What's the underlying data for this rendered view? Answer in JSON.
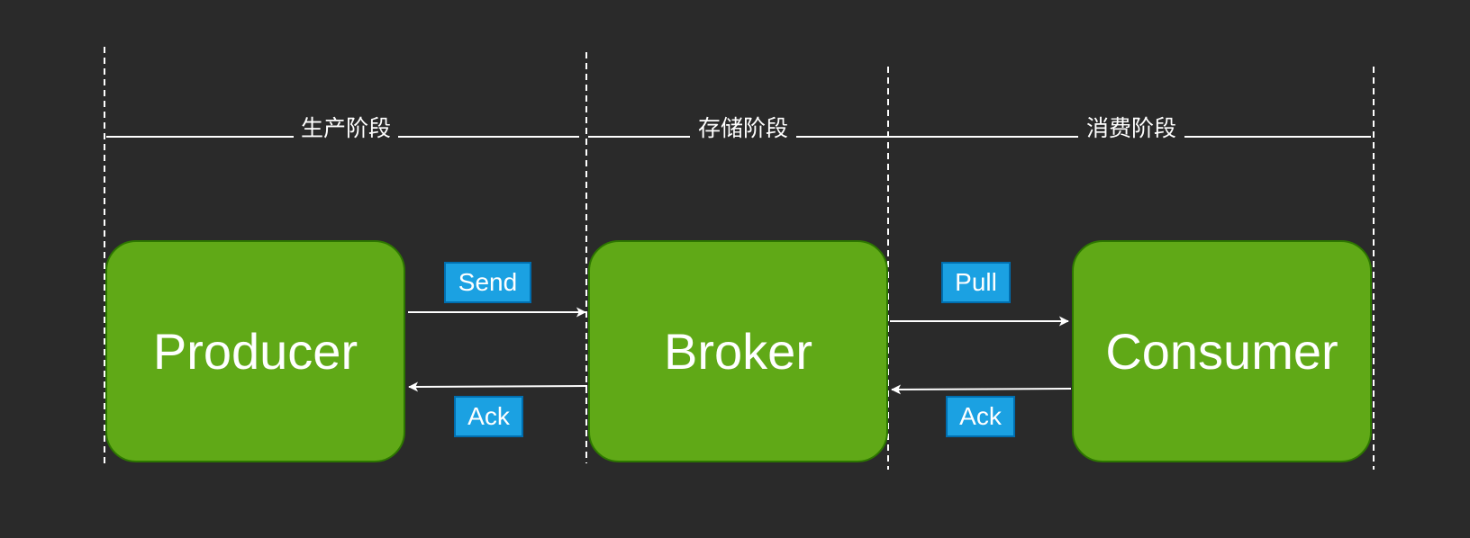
{
  "phases": [
    {
      "label": "生产阶段"
    },
    {
      "label": "存储阶段"
    },
    {
      "label": "消费阶段"
    }
  ],
  "nodes": {
    "producer": "Producer",
    "broker": "Broker",
    "consumer": "Consumer"
  },
  "messages": {
    "send": "Send",
    "ack_producer": "Ack",
    "pull": "Pull",
    "ack_consumer": "Ack"
  },
  "colors": {
    "background": "#2a2a2a",
    "node_fill": "#60a917",
    "node_border": "#2d7600",
    "tag_fill": "#1ba1e2",
    "tag_border": "#006eaf",
    "line": "#ffffff"
  }
}
